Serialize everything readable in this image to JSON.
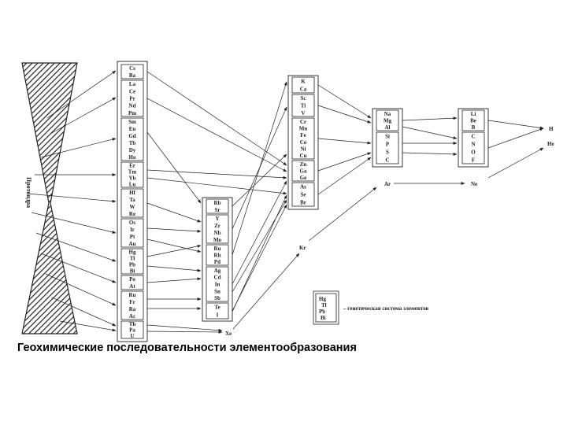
{
  "core_label": "Протоядра",
  "columns": {
    "col1": [
      {
        "id": "g1",
        "elements": [
          "Cs",
          "Ba"
        ]
      },
      {
        "id": "g2",
        "elements": [
          "La",
          "Ce",
          "Pr",
          "Nd",
          "Pm"
        ]
      },
      {
        "id": "g3",
        "elements": [
          "Sm",
          "Eu",
          "Gd",
          "Tb",
          "Dy",
          "Ho"
        ]
      },
      {
        "id": "g4",
        "elements": [
          "Er",
          "Tm",
          "Yb",
          "Lu"
        ]
      },
      {
        "id": "g5",
        "elements": [
          "Hf",
          "Ta",
          "W",
          "Re"
        ]
      },
      {
        "id": "g6",
        "elements": [
          "Os",
          "Ir",
          "Pt",
          "Au"
        ]
      },
      {
        "id": "g7",
        "elements": [
          "Hg",
          "Tl",
          "Pb",
          "Bi"
        ]
      },
      {
        "id": "g8",
        "elements": [
          "Po",
          "At"
        ]
      },
      {
        "id": "g9",
        "elements": [
          "Ru",
          "Fr",
          "Ra",
          "Ac"
        ]
      },
      {
        "id": "g10",
        "elements": [
          "Th",
          "Pa",
          "U"
        ]
      }
    ],
    "col2": [
      {
        "id": "h1",
        "elements": [
          "Rb",
          "Sr"
        ]
      },
      {
        "id": "h2",
        "elements": [
          "Y",
          "Zr",
          "Nb",
          "Mo"
        ]
      },
      {
        "id": "h3",
        "elements": [
          "Ru",
          "Rh",
          "Pd"
        ]
      },
      {
        "id": "h4",
        "elements": [
          "Ag",
          "Cd",
          "In",
          "Sn",
          "Sb"
        ]
      },
      {
        "id": "h5",
        "elements": [
          "Te",
          "I"
        ]
      }
    ],
    "col3": [
      {
        "id": "k1",
        "elements": [
          "K",
          "Ca"
        ]
      },
      {
        "id": "k2",
        "elements": [
          "Sc",
          "Ti",
          "V"
        ]
      },
      {
        "id": "k3",
        "elements": [
          "Cr",
          "Mn",
          "Fe",
          "Co",
          "Ni",
          "Cu"
        ]
      },
      {
        "id": "k4",
        "elements": [
          "Zn",
          "Ga",
          "Ge"
        ]
      },
      {
        "id": "k5",
        "elements": [
          "As",
          "Se",
          "Br"
        ]
      }
    ],
    "col4": [
      {
        "id": "m1",
        "elements": [
          "Na",
          "Mg",
          "Al"
        ]
      },
      {
        "id": "m2",
        "elements": [
          "Si",
          "P",
          "S",
          "C"
        ]
      }
    ],
    "col5": [
      {
        "id": "n1",
        "elements": [
          "Li",
          "Be",
          "B"
        ]
      },
      {
        "id": "n2",
        "elements": [
          "C",
          "N",
          "O",
          "F"
        ]
      }
    ]
  },
  "noble_gases": {
    "h": "H",
    "he": "He",
    "ar": "Ar",
    "ne": "Ne",
    "kr": "Kr",
    "xe": "Xe"
  },
  "legend": {
    "elements": [
      "Hg",
      "Tl",
      "Pb",
      "Bi"
    ],
    "text": "– генетическая система элементов"
  },
  "caption": "Геохимические последовательности элементообразования",
  "colors": {
    "ink": "#222222",
    "background": "#ffffff"
  }
}
